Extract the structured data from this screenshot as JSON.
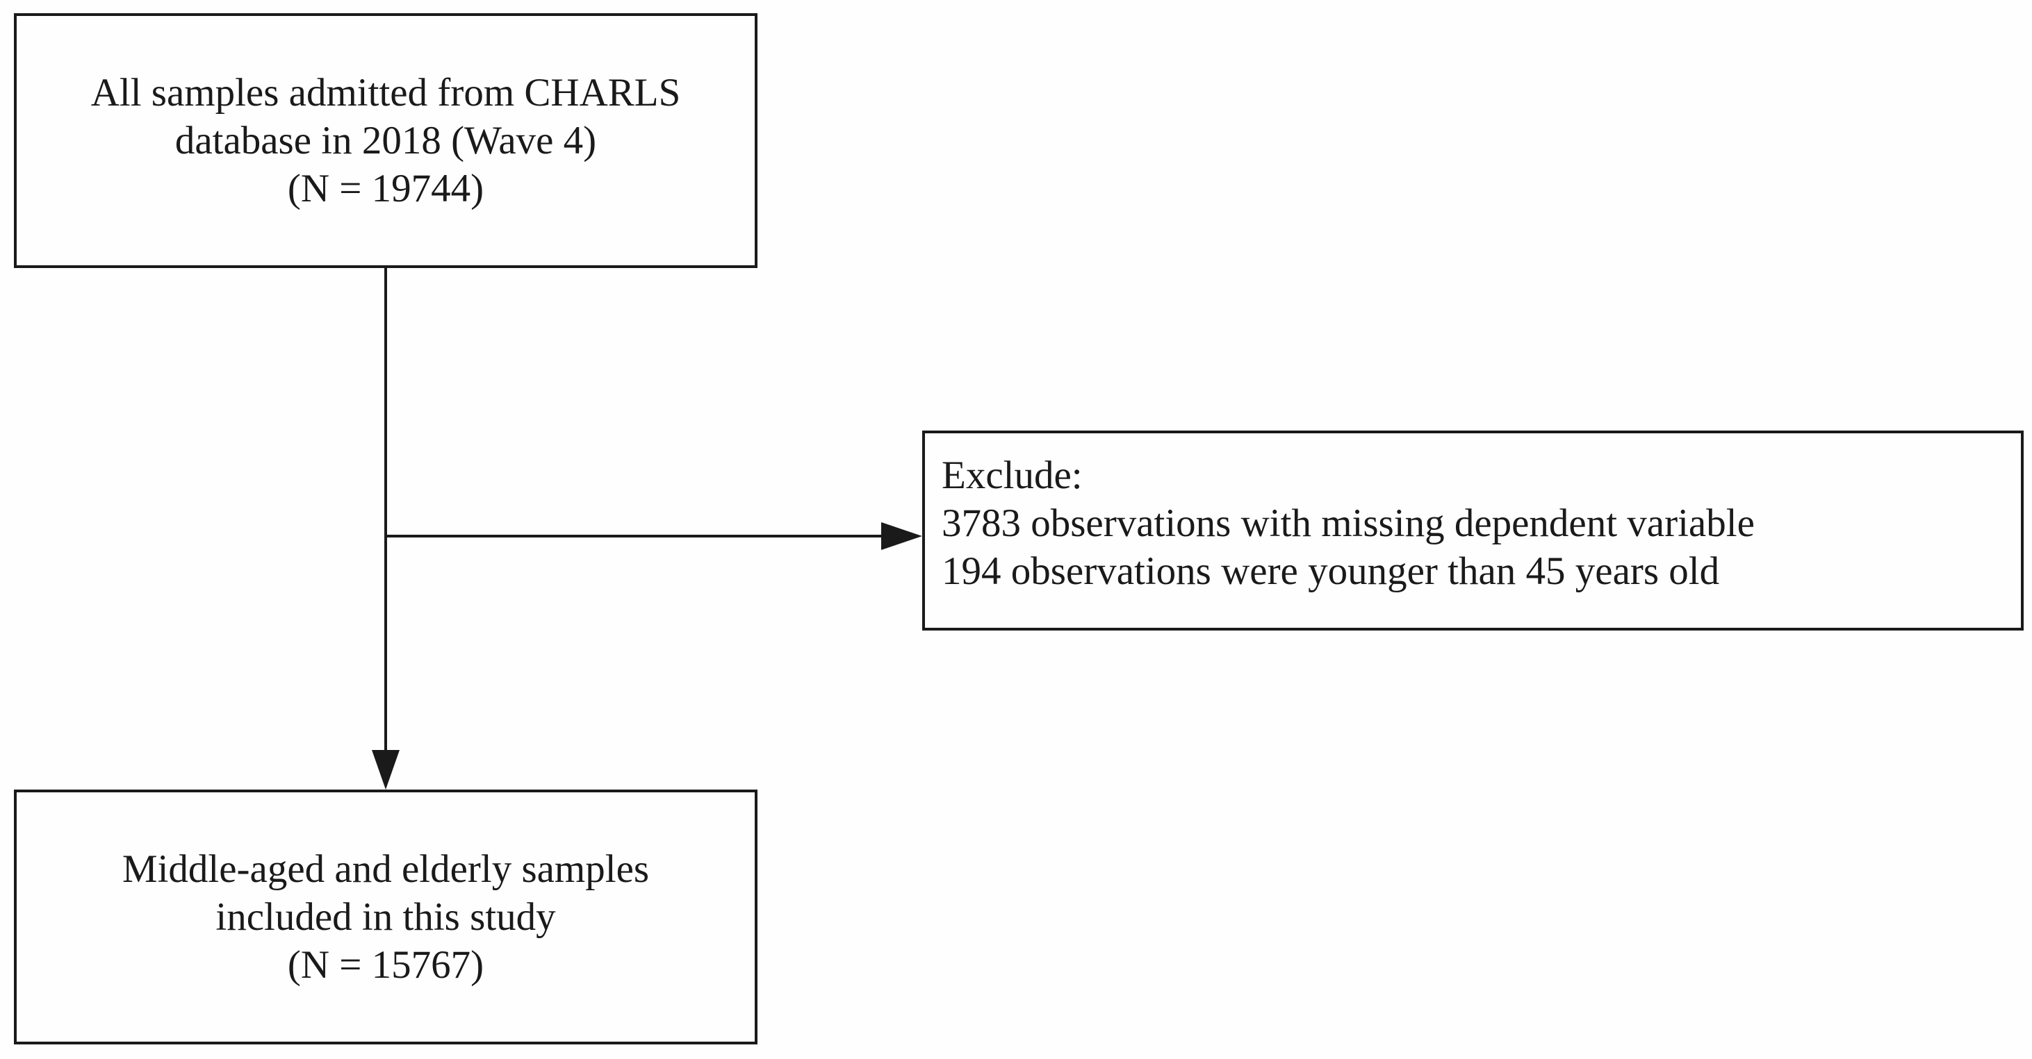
{
  "flowchart": {
    "top_box": {
      "lines": [
        "All samples admitted from CHARLS",
        "database in 2018 (Wave 4)",
        "(N = 19744)"
      ]
    },
    "exclude_box": {
      "lines": [
        "Exclude:",
        "3783 observations with missing dependent variable",
        "194 observations were younger than 45 years old"
      ]
    },
    "bottom_box": {
      "lines": [
        "Middle-aged and elderly samples",
        "included in this study",
        "(N = 15767)"
      ]
    }
  }
}
